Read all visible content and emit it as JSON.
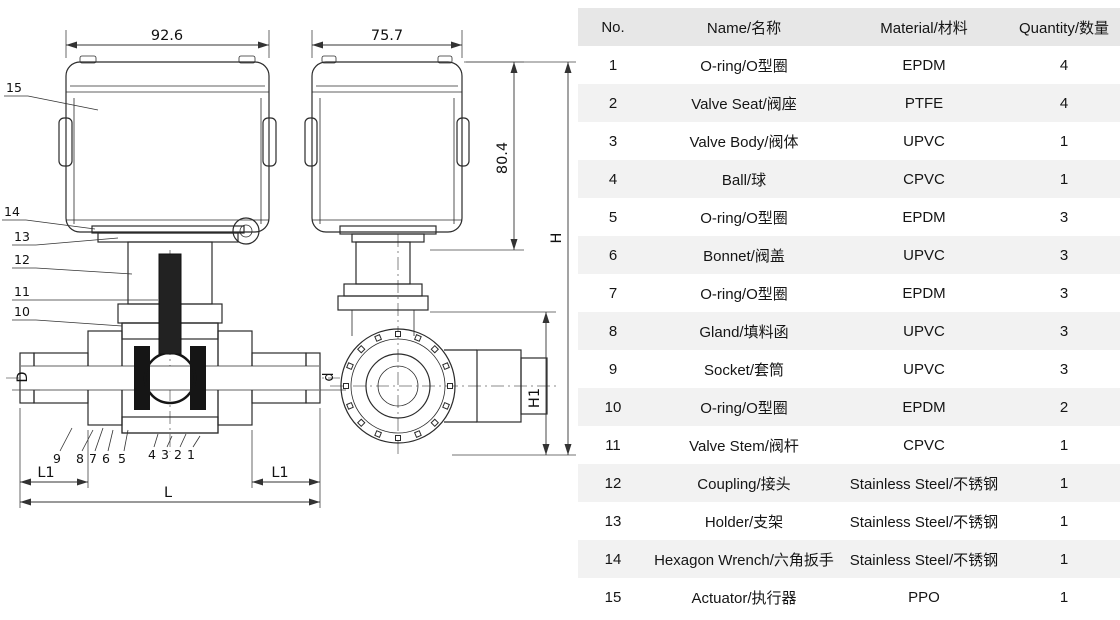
{
  "drawing": {
    "front_view": {
      "width_dim": "92.6",
      "dia_outer": "D",
      "dia_inner": "d",
      "len_left": "L1",
      "len_right": "L1",
      "len_total": "L",
      "callouts_left": [
        "15",
        "14",
        "13",
        "12",
        "11",
        "10"
      ],
      "callouts_bottom": [
        "9",
        "8",
        "7",
        "6",
        "5",
        "4",
        "3",
        "2",
        "1"
      ]
    },
    "side_view": {
      "width_dim": "75.7",
      "height_dim": "80.4",
      "height_total": "H",
      "height_center": "H1"
    }
  },
  "table": {
    "headers": {
      "no": "No.",
      "name": "Name/名称",
      "material": "Material/材料",
      "quantity": "Quantity/数量"
    },
    "rows": [
      {
        "no": "1",
        "name": "O-ring/O型圈",
        "material": "EPDM",
        "qty": "4"
      },
      {
        "no": "2",
        "name": "Valve Seat/阀座",
        "material": "PTFE",
        "qty": "4"
      },
      {
        "no": "3",
        "name": "Valve Body/阀体",
        "material": "UPVC",
        "qty": "1"
      },
      {
        "no": "4",
        "name": "Ball/球",
        "material": "CPVC",
        "qty": "1"
      },
      {
        "no": "5",
        "name": "O-ring/O型圈",
        "material": "EPDM",
        "qty": "3"
      },
      {
        "no": "6",
        "name": "Bonnet/阀盖",
        "material": "UPVC",
        "qty": "3"
      },
      {
        "no": "7",
        "name": "O-ring/O型圈",
        "material": "EPDM",
        "qty": "3"
      },
      {
        "no": "8",
        "name": "Gland/填料函",
        "material": "UPVC",
        "qty": "3"
      },
      {
        "no": "9",
        "name": "Socket/套筒",
        "material": "UPVC",
        "qty": "3"
      },
      {
        "no": "10",
        "name": "O-ring/O型圈",
        "material": "EPDM",
        "qty": "2"
      },
      {
        "no": "11",
        "name": "Valve Stem/阀杆",
        "material": "CPVC",
        "qty": "1"
      },
      {
        "no": "12",
        "name": "Coupling/接头",
        "material": "Stainless Steel/不锈钢",
        "qty": "1"
      },
      {
        "no": "13",
        "name": "Holder/支架",
        "material": "Stainless Steel/不锈钢",
        "qty": "1"
      },
      {
        "no": "14",
        "name": "Hexagon Wrench/六角扳手",
        "material": "Stainless Steel/不锈钢",
        "qty": "1"
      },
      {
        "no": "15",
        "name": "Actuator/执行器",
        "material": "PPO",
        "qty": "1"
      }
    ],
    "colors": {
      "header_bg": "#e7e7e7",
      "stripe_bg": "#f2f2f2"
    }
  }
}
